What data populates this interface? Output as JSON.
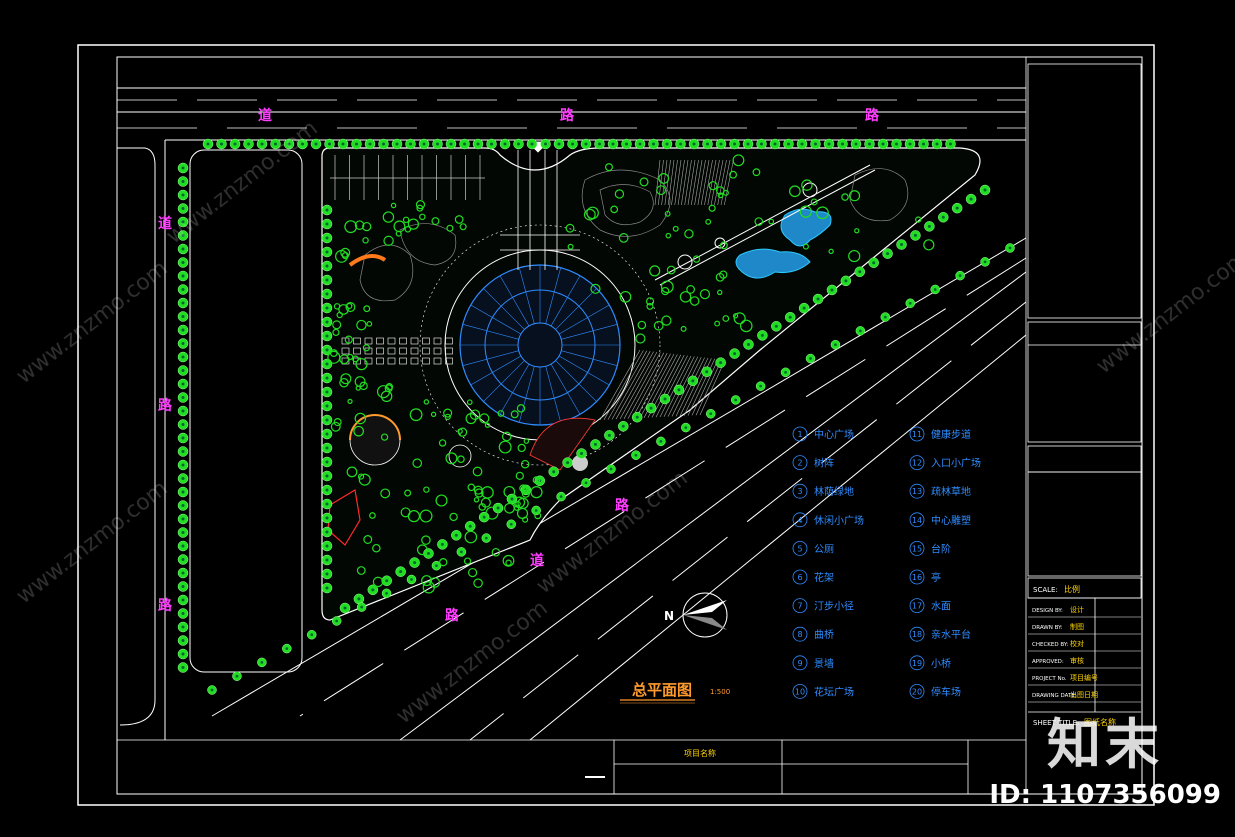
{
  "drawing": {
    "title": "总平面图",
    "scale_note": "1:500"
  },
  "roads": {
    "top": [
      "道",
      "路",
      "路"
    ],
    "left": [
      "道",
      "路",
      "路"
    ],
    "diagonal": [
      "路",
      "道",
      "路"
    ]
  },
  "legend": [
    {
      "num": "1",
      "label": "中心广场"
    },
    {
      "num": "2",
      "label": "树阵"
    },
    {
      "num": "3",
      "label": "林荫绿地"
    },
    {
      "num": "4",
      "label": "休闲小广场"
    },
    {
      "num": "5",
      "label": "公厕"
    },
    {
      "num": "6",
      "label": "花架"
    },
    {
      "num": "7",
      "label": "汀步小径"
    },
    {
      "num": "8",
      "label": "曲桥"
    },
    {
      "num": "9",
      "label": "景墙"
    },
    {
      "num": "10",
      "label": "花坛广场"
    },
    {
      "num": "11",
      "label": "健康步道"
    },
    {
      "num": "12",
      "label": "入口小广场"
    },
    {
      "num": "13",
      "label": "疏林草地"
    },
    {
      "num": "14",
      "label": "中心雕塑"
    },
    {
      "num": "15",
      "label": "台阶"
    },
    {
      "num": "16",
      "label": "亭"
    },
    {
      "num": "17",
      "label": "水面"
    },
    {
      "num": "18",
      "label": "亲水平台"
    },
    {
      "num": "19",
      "label": "小桥"
    },
    {
      "num": "20",
      "label": "停车场"
    }
  ],
  "title_block": {
    "scale_label": "SCALE:",
    "scale_value": "比例",
    "rows": [
      {
        "label": "DESIGN BY:",
        "value": "设计"
      },
      {
        "label": "DRAWN BY:",
        "value": "制图"
      },
      {
        "label": "CHECKED BY:",
        "value": "校对"
      },
      {
        "label": "APPROVED:",
        "value": "审核"
      },
      {
        "label": "PROJECT No.",
        "value": "项目编号"
      },
      {
        "label": "DRAWING DATE:",
        "value": "出图日期"
      }
    ],
    "sheet_label": "SHEET TITLE:",
    "sheet_value": "图纸名称"
  },
  "bottom_block": {
    "cell_label": "项目名称"
  },
  "watermark": {
    "site": "www.znzmo.com",
    "brand": "知末",
    "id": "ID: 1107356099"
  },
  "colors": {
    "tree_green": "#22dd22",
    "frame_white": "#ffffff",
    "accent_blue": "#2f8cff",
    "water_cyan": "#2ec8ff",
    "road_magenta": "#ff3cff",
    "title_orange": "#ff9a2e"
  }
}
